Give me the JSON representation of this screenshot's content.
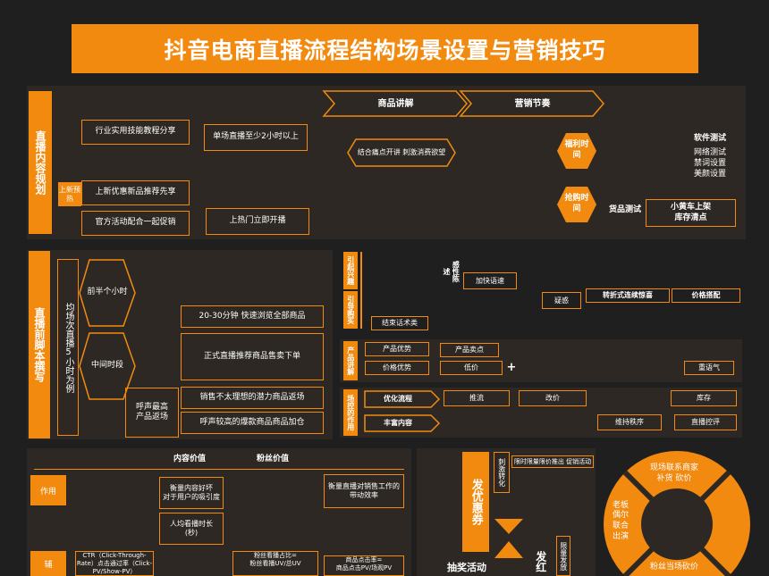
{
  "title": "抖音电商直播流程结构场景设置与营销技巧",
  "content_planning": {
    "label": "直播内容规划",
    "warmup_tag": "上新预热",
    "boxes": [
      "行业实用技能教程分享",
      "单场直播至少2小时以上",
      "上新优惠新品推荐先享",
      "官方活动配合一起促销",
      "上热门立即开播"
    ],
    "arrow_product": "商品讲解",
    "arrow_marketing": "营销节奏",
    "hex_selling": "结合痛点开讲 刺激消费欲望",
    "welfare_time": "福利时间",
    "rush_time": "抢购时间",
    "software_test_title": "软件测试",
    "software_test_items": [
      "网络测试",
      "禁词设置",
      "美颜设置"
    ],
    "goods_test": "货品测试",
    "cart_box": "小黄车上架\n库存清点"
  },
  "script_writing": {
    "label": "直播前脚本撰写",
    "example": "均场次直播5小时为例",
    "first_half": "前半个小时",
    "middle": "中间时段",
    "shout": "呼声最高\n产品返场",
    "boxes": [
      "20-30分钟 快速浏览全部商品",
      "正式直播推荐商品售卖下单",
      "销售不太理想的潜力商品返场",
      "呼声较高的爆款商品商品加仓"
    ],
    "interest_label": "引起兴趣",
    "guide_label": "引导购买",
    "perceptual": "感性陈述",
    "speed": "加快语速",
    "end_talk": "结束话术类",
    "doubt": "疑惑",
    "discount_review": "转折式连续惊喜",
    "price_match": "价格搭配",
    "product_explain_label": "产品讲解",
    "product_advantage": "产品优势",
    "product_selling": "产品卖点",
    "price_advantage": "价格优势",
    "low_price": "低价",
    "plus": "+",
    "reuse": "重语气",
    "control_label": "场控的作用",
    "optimize": "优化流程",
    "push_flow": "推流",
    "change_price": "改价",
    "inventory": "库存",
    "rich_content": "丰富内容",
    "maintain_order": "维持秩序",
    "live_control": "直播控评"
  },
  "metrics": {
    "col_content": "内容价值",
    "col_fans": "粉丝价值",
    "row_effect": "作用",
    "desc_content": "衡量内容好坏\n对于用户的吸引度",
    "desc_sales": "衡量直播对销售工作的\n带动效率",
    "avg_watch": "人均看播时长\n(秒)",
    "ctr": "CTR（Click-Through-Rate）点击通过率（Click-PV/Show-PV）",
    "fans_ratio": "粉丝看播占比=\n粉丝看播UV/总UV",
    "product_click": "商品点击率=\n商品点击PV/场观PV",
    "row_bottom": "辅"
  },
  "coupon": {
    "title": "发优惠券",
    "stimulate": "刺激转化",
    "limited": "限时限量限价推出 促销活动",
    "lottery": "抽奖活动",
    "red_packet": "发红",
    "limit_vertical": "限量发放"
  },
  "wheel": {
    "top": "现场联系商家\n补货 砍价",
    "left": "老板\n偶尔\n联合\n出演",
    "bottom": "粉丝当场砍价"
  }
}
